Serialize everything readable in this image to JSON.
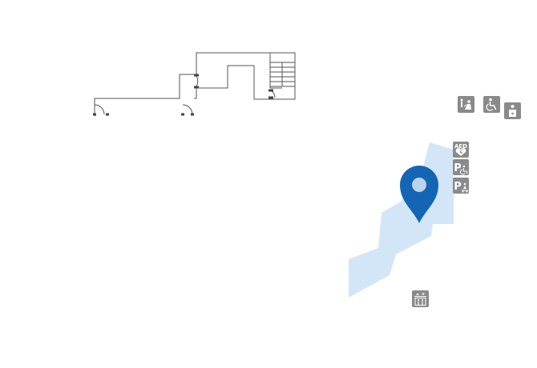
{
  "map": {
    "colors": {
      "background": "#ffffff",
      "wall": "#555555",
      "highlight_area": "#d3e6f7",
      "pin": "#1565b5",
      "pin_dot": "#bcd3ec",
      "icon_bg": "#8a8a8a",
      "icon_fg": "#ffffff"
    },
    "pois": {
      "aed": {
        "icon": "aed-icon",
        "text": "AED"
      },
      "accessible_parking": {
        "icon": "accessible-parking-icon",
        "text": "P"
      },
      "family_parking": {
        "icon": "family-parking-icon",
        "text": "P"
      },
      "baby_care": {
        "icon": "baby-care-icon"
      },
      "wheelchair": {
        "icon": "wheelchair-icon"
      },
      "ostomate": {
        "icon": "ostomate-icon"
      },
      "elevator": {
        "icon": "elevator-icon"
      }
    },
    "selected_location": {
      "icon": "location-pin-icon"
    }
  }
}
